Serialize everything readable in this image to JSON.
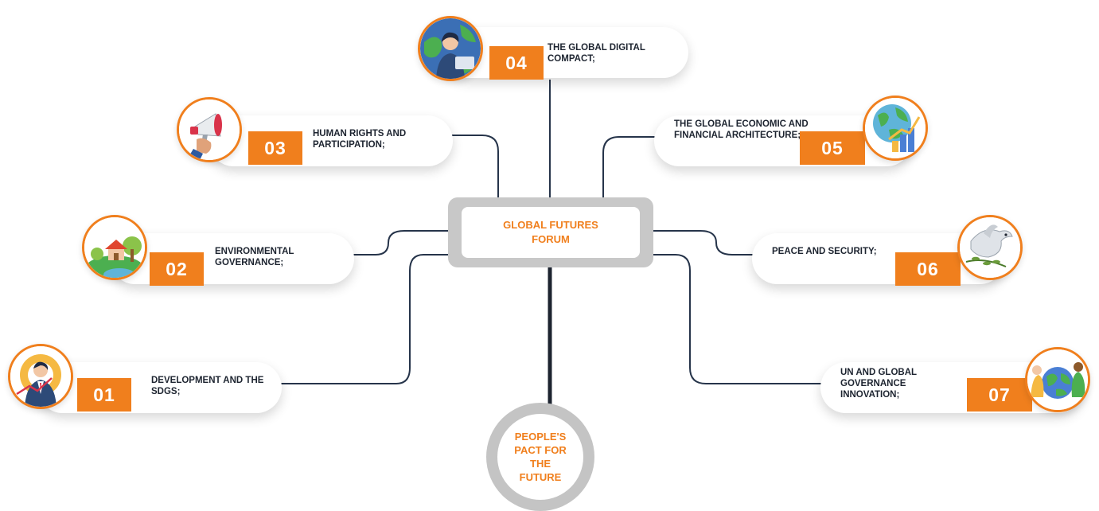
{
  "hub": {
    "title": "GLOBAL FUTURES FORUM",
    "color": "#f07f1d"
  },
  "pact": {
    "title": "PEOPLE'S PACT FOR THE FUTURE"
  },
  "accent_color": "#f07f1d",
  "items": [
    {
      "number": "01",
      "label": "DEVELOPMENT AND THE SDGS;",
      "icon": "businessman-gear-icon"
    },
    {
      "number": "02",
      "label": "ENVIRONMENTAL GOVERNANCE;",
      "icon": "house-earth-icon"
    },
    {
      "number": "03",
      "label": "HUMAN RIGHTS AND PARTICIPATION;",
      "icon": "megaphone-icon"
    },
    {
      "number": "04",
      "label": "THE GLOBAL DIGITAL COMPACT;",
      "icon": "person-laptop-globe-icon"
    },
    {
      "number": "05",
      "label": "THE GLOBAL ECONOMIC AND FINANCIAL ARCHITECTURE;",
      "icon": "globe-growth-chart-icon"
    },
    {
      "number": "06",
      "label": "PEACE AND SECURITY;",
      "icon": "dove-olive-branch-icon"
    },
    {
      "number": "07",
      "label": "UN AND GLOBAL GOVERNANCE INNOVATION;",
      "icon": "people-holding-earth-icon"
    }
  ]
}
